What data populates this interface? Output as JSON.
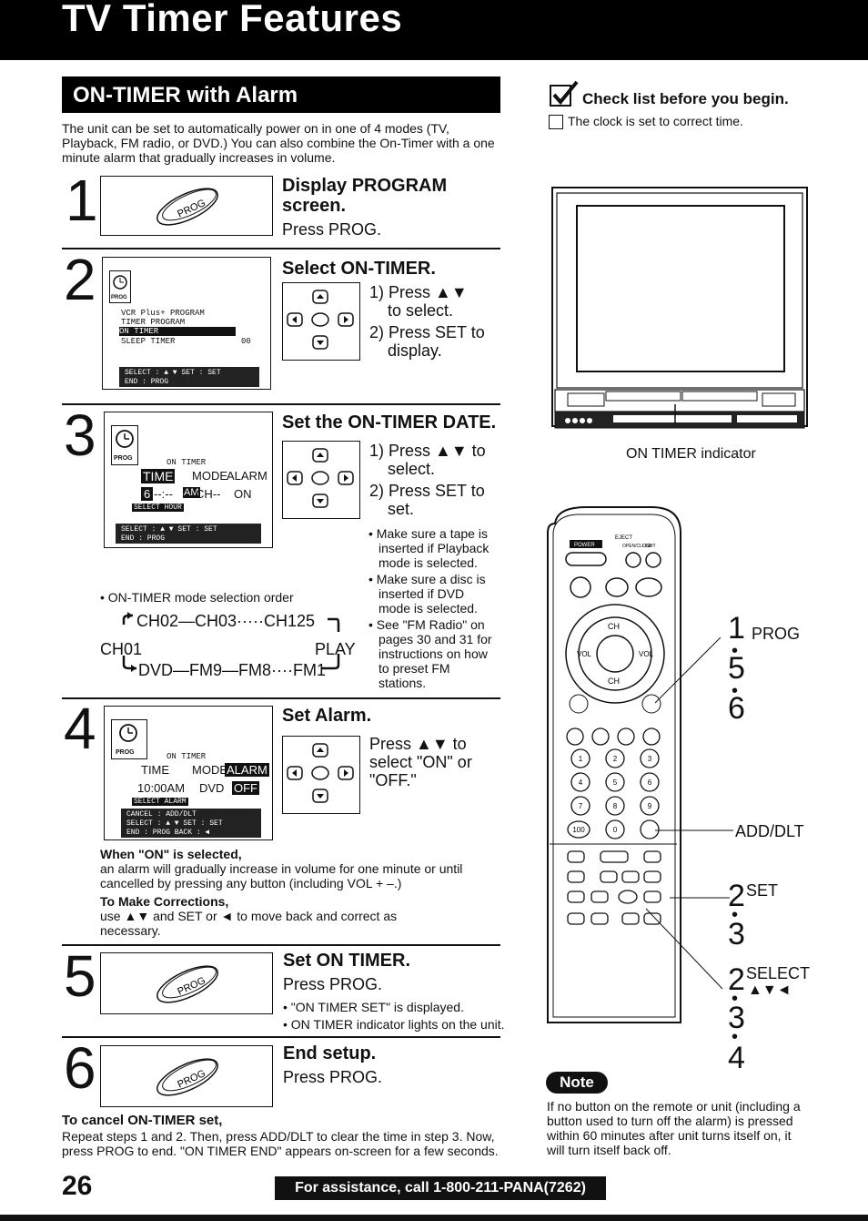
{
  "page": {
    "banner_title": "TV Timer Features",
    "section_title": "ON-TIMER with Alarm",
    "intro": "The unit can be set to automatically power on in one of 4 modes (TV, Playback, FM radio, or DVD.) You can also combine the On-Timer with a one minute alarm that gradually increases in volume.",
    "page_number": "26",
    "assistance": "For assistance, call 1-800-211-PANA(7262)"
  },
  "steps": [
    {
      "num": "1",
      "title": "Display PROGRAM screen.",
      "text": "Press PROG.",
      "button": "PROG"
    },
    {
      "num": "2",
      "title": "Select ON-TIMER.",
      "item1": "1) Press ▲▼",
      "item1b": "to select.",
      "item2": "2) Press SET to",
      "item2b": "display."
    },
    {
      "num": "3",
      "title": "Set the ON-TIMER DATE.",
      "item1": "1) Press ▲▼ to",
      "item1b": "select.",
      "item2": "2) Press SET to",
      "item2b": "set."
    },
    {
      "num": "4",
      "title": "Set Alarm.",
      "text1": "Press ▲▼ to",
      "text2": "select \"ON\" or",
      "text3": "\"OFF.\""
    },
    {
      "num": "5",
      "title": "Set ON TIMER.",
      "text": "Press PROG.",
      "bullet1": "• \"ON TIMER SET\" is displayed.",
      "bullet2": "• ON TIMER indicator lights on the unit.",
      "button": "PROG"
    },
    {
      "num": "6",
      "title": "End setup.",
      "text": "Press PROG.",
      "button": "PROG"
    }
  ],
  "osd2": {
    "prog": "PROG",
    "line1": "VCR Plus+  PROGRAM",
    "line2": "TIMER PROGRAM",
    "line3": "ON  TIMER",
    "line4": "SLEEP  TIMER",
    "line4_val": "00",
    "bar1": "SELECT : ▲ ▼      SET : SET",
    "bar2": "END    : PROG"
  },
  "osd3": {
    "prog": "PROG",
    "title": "ON TIMER",
    "row1_time": "TIME",
    "row1_mode": "MODE",
    "row1_alarm": "ALARM",
    "row2_num": "6",
    "row2_time": "--:--",
    "row2_am": "AM",
    "row2_ch": "CH--",
    "row2_on": "ON",
    "select": "SELECT  HOUR",
    "bar1": "SELECT : ▲ ▼      SET : SET",
    "bar2": "END    : PROG"
  },
  "osd4": {
    "prog": "PROG",
    "title": "ON TIMER",
    "row1_time": "TIME",
    "row1_mode": "MODE",
    "row1_alarm": "ALARM",
    "row2_time": "10:00AM",
    "row2_mode": "DVD",
    "row2_off": "OFF",
    "select": "SELECT  ALARM",
    "bar0": "CANCEL : ADD/DLT",
    "bar1": "SELECT : ▲ ▼      SET : SET",
    "bar2": "END    : PROG    BACK : ◄"
  },
  "step3_notes": {
    "n1a": "• Make sure a tape is",
    "n1b": "inserted if Playback",
    "n1c": "mode is selected.",
    "n2a": "• Make sure a disc is",
    "n2b": "inserted if DVD",
    "n2c": "mode is selected.",
    "n3a": "• See \"FM Radio\" on",
    "n3b": "pages 30 and 31 for",
    "n3c": "instructions on how",
    "n3d": "to preset FM",
    "n3e": "stations."
  },
  "mode_order": {
    "label": "• ON-TIMER mode selection order",
    "top": "CH02—CH03·····CH125",
    "left": "CH01",
    "right": "PLAY",
    "bottom": "DVD—FM9—FM8····FM1"
  },
  "step4_notes": {
    "when_title": "When \"ON\" is selected,",
    "when_text": "an alarm will gradually increase in volume for one minute or until cancelled by pressing any button (including VOL + –.)",
    "corr_title": "To Make Corrections,",
    "corr_text": "use ▲▼ and SET or ◄ to move back and correct as necessary."
  },
  "cancel": {
    "title": "To cancel ON-TIMER set,",
    "text": "Repeat steps 1 and 2. Then, press ADD/DLT to clear the time in step 3. Now, press PROG to end. \"ON TIMER END\" appears on-screen for a few seconds."
  },
  "checklist": {
    "title": "Check list before you begin.",
    "item": "The clock is set to correct time."
  },
  "tv": {
    "indicator_label": "ON TIMER indicator"
  },
  "remote": {
    "eject": "EJECT",
    "power": "POWER",
    "open_close": "OPEN/CLOSE",
    "light": "LIGHT",
    "ch": "CH",
    "vol": "VOL",
    "callouts": {
      "num1": "1",
      "prog": "PROG",
      "num5": "5",
      "num6": "6",
      "add_dlt": "ADD/DLT",
      "num2a": "2",
      "set": "SET",
      "num3a": "3",
      "num2b": "2",
      "select": "SELECT",
      "select_arrows": "▲▼◄",
      "num3b": "3",
      "num4": "4"
    }
  },
  "note": {
    "badge": "Note",
    "text": "If no button on the remote or unit (including a button used to turn off the alarm) is pressed within 60 minutes after unit turns itself on, it will turn itself back off."
  }
}
